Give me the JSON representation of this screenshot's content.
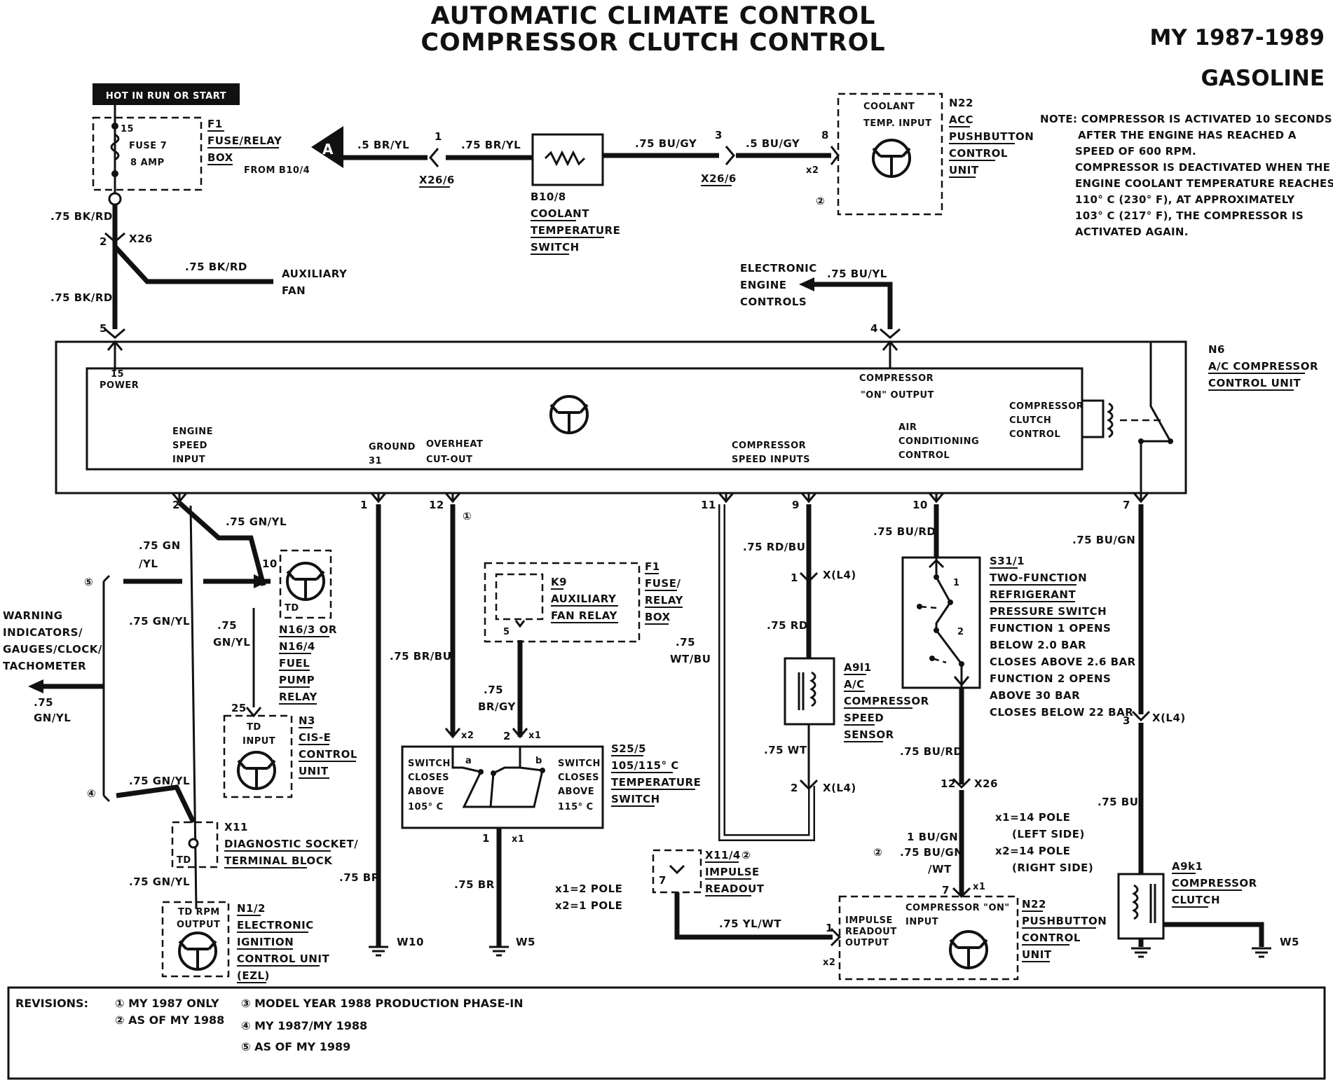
{
  "title": {
    "line1": "AUTOMATIC CLIMATE CONTROL",
    "line2": "COMPRESSOR CLUTCH CONTROL"
  },
  "model_year": "MY 1987-1989",
  "engine": "GASOLINE",
  "note": [
    "NOTE: COMPRESSOR IS ACTIVATED 10 SECONDS",
    "AFTER THE ENGINE HAS REACHED A",
    "SPEED OF 600 RPM.",
    "COMPRESSOR IS DEACTIVATED WHEN THE",
    "ENGINE COOLANT TEMPERATURE REACHES",
    "110° C (230° F), AT APPROXIMATELY",
    "103° C (217° F), THE COMPRESSOR IS",
    "ACTIVATED AGAIN."
  ],
  "power": {
    "hot_label": "HOT IN RUN OR START",
    "fuse_pin": "15",
    "fuse_name": "FUSE 7",
    "fuse_amp": "8 AMP",
    "f1_code": "F1",
    "f1_desc1": "FUSE/RELAY",
    "f1_desc2": "BOX"
  },
  "connector_a": {
    "letter": "A",
    "from": "FROM B10/4"
  },
  "coolant": {
    "wire1": ".5 BR/YL",
    "pin1": "1",
    "wire2": ".75 BR/YL",
    "conn1": "X26/6",
    "b10_code": "B10/8",
    "b10_desc1": "COOLANT",
    "b10_desc2": "TEMPERATURE",
    "b10_desc3": "SWITCH",
    "wire3": ".75 BU/GY",
    "pin3": "3",
    "conn2": "X26/6",
    "wire4": ".5 BU/GY",
    "pin8": "8",
    "x2": "x2"
  },
  "n22_top": {
    "line1": "COOLANT",
    "line2": "TEMP. INPUT",
    "code": "N22",
    "desc1": "ACC",
    "desc2": "PUSHBUTTON",
    "desc3": "CONTROL",
    "desc4": "UNIT",
    "rev": "②"
  },
  "left_feed": {
    "wire_a": ".75 BK/RD",
    "pin2": "2",
    "conn": "X26",
    "wire_b": ".75 BK/RD",
    "wire_c": ".75 BK/RD",
    "aux1": "AUXILIARY",
    "aux2": "FAN",
    "pin5": "5"
  },
  "eec": {
    "line1": "ELECTRONIC",
    "line2": "ENGINE",
    "line3": "CONTROLS",
    "wire": ".75 BU/YL",
    "pin4": "4"
  },
  "n6": {
    "code": "N6",
    "desc1": "A/C COMPRESSOR",
    "desc2": "CONTROL UNIT",
    "power1": "15",
    "power2": "POWER",
    "comp_on1": "COMPRESSOR",
    "comp_on2": "\"ON\" OUTPUT",
    "clutch1": "COMPRESSOR",
    "clutch2": "CLUTCH",
    "clutch3": "CONTROL",
    "eng1": "ENGINE",
    "eng2": "SPEED",
    "eng3": "INPUT",
    "gnd1": "GROUND",
    "gnd2": "31",
    "ovh1": "OVERHEAT",
    "ovh2": "CUT-OUT",
    "csi1": "COMPRESSOR",
    "csi2": "SPEED INPUTS",
    "air1": "AIR",
    "air2": "CONDITIONING",
    "air3": "CONTROL"
  },
  "pins_bottom": {
    "p2": "2",
    "p1": "1",
    "p12": "12",
    "p11": "11",
    "p9": "9",
    "p10": "10",
    "p7": "7",
    "rev1": "①"
  },
  "left_side": {
    "wire_gnyl_top": ".75 GN/YL",
    "wire_gn": ".75 GN",
    "wire_yl": "/YL",
    "rev5": "⑤",
    "warn1": "WARNING",
    "warn2": "INDICATORS/",
    "warn3": "GAUGES/CLOCK/",
    "warn4": "TACHOMETER",
    "warn_wire1": ".75",
    "warn_wire2": "GN/YL",
    "wire_gnyl_mid": ".75 GN/YL",
    "wire_75": ".75",
    "wire_gnyl2": "GN/YL",
    "rev4": "④",
    "wire_gnyl_low": ".75 GN/YL",
    "wire_gnyl_bot": ".75 GN/YL"
  },
  "n16": {
    "pin": "10",
    "td": "TD",
    "code": "N16/3 OR",
    "d1": "N16/4",
    "d2": "FUEL",
    "d3": "PUMP",
    "d4": "RELAY"
  },
  "n3": {
    "pin": "25",
    "in1": "TD",
    "in2": "INPUT",
    "code": "N3",
    "d1": "CIS-E",
    "d2": "CONTROL",
    "d3": "UNIT"
  },
  "x11": {
    "code": "X11",
    "d1": "DIAGNOSTIC SOCKET/",
    "d2": "TERMINAL BLOCK",
    "td": "TD"
  },
  "n12": {
    "in1": "TD RPM",
    "in2": "OUTPUT",
    "code": "N1/2",
    "d1": "ELECTRONIC",
    "d2": "IGNITION",
    "d3": "CONTROL UNIT",
    "d4": "(EZL)"
  },
  "ground_wire": {
    "wire": ".75 BR",
    "ground": "W10"
  },
  "overheat": {
    "wire": ".75 BR/BU",
    "k9_code": "K9",
    "k9_d1": "AUXILIARY",
    "k9_d2": "FAN RELAY",
    "k9_pin": "5",
    "f1_code": "F1",
    "f1_d1": "FUSE/",
    "f1_d2": "RELAY",
    "f1_d3": "BOX",
    "wire_brgy1": ".75",
    "wire_brgy2": "BR/GY"
  },
  "s25": {
    "pin_x2": "x2",
    "pin2": "2",
    "pin_x1": "x1",
    "left1": "SWITCH",
    "left2": "CLOSES",
    "left3": "ABOVE",
    "left4": "105° C",
    "right1": "SWITCH",
    "right2": "CLOSES",
    "right3": "ABOVE",
    "right4": "115° C",
    "a": "a",
    "b": "b",
    "code": "S25/5",
    "d1": "105/115° C",
    "d2": "TEMPERATURE",
    "d3": "SWITCH",
    "pin1": "1",
    "pin1x": "x1",
    "wire": ".75 BR",
    "ground": "W5",
    "pole1": "x1=2 POLE",
    "pole2": "x2=1 POLE"
  },
  "speed": {
    "wire_wtbu1": ".75",
    "wire_wtbu2": "WT/BU",
    "wire_rdbu": ".75 RD/BU",
    "pin1": "1",
    "xl4_1": "X(L4)",
    "wire_rd": ".75 RD",
    "a9_code": "A9l1",
    "a9_d1": "A/C",
    "a9_d2": "COMPRESSOR",
    "a9_d3": "SPEED",
    "a9_d4": "SENSOR",
    "wire_wt": ".75 WT",
    "pin2": "2",
    "xl4_2": "X(L4)"
  },
  "x114": {
    "code": "X11/4",
    "rev": "②",
    "d1": "IMPULSE",
    "d2": "READOUT",
    "pin": "7",
    "wire": ".75 YL/WT"
  },
  "s31": {
    "wire_top": ".75 BU/RD",
    "code": "S31/1",
    "d1": "TWO-FUNCTION",
    "d2": "REFRIGERANT",
    "d3": "PRESSURE SWITCH",
    "d4": "FUNCTION 1 OPENS",
    "d5": "BELOW 2.0 BAR",
    "d6": "CLOSES ABOVE 2.6 BAR",
    "d7": "FUNCTION 2 OPENS",
    "d8": "ABOVE 30 BAR",
    "d9": "CLOSES BELOW 22 BAR",
    "f1": "1",
    "f2": "2",
    "wire_mid": ".75 BU/RD",
    "pin12": "12",
    "x26": "X26",
    "pole1": "x1=14 POLE",
    "pole1b": "(LEFT SIDE)",
    "pole2": "x2=14 POLE",
    "pole2b": "(RIGHT SIDE)",
    "wire_bugn1": "1 BU/GN",
    "rev2": "②",
    "wire_bugn2": ".75 BU/GN",
    "wire_wt": "/WT",
    "pin7": "7",
    "pin7x": "x1"
  },
  "n22_bot": {
    "comp_on1": "COMPRESSOR \"ON\"",
    "comp_on2": "INPUT",
    "imp1": "IMPULSE",
    "imp2": "READOUT",
    "imp3": "OUTPUT",
    "pin1": "1",
    "x2": "x2",
    "code": "N22",
    "d1": "PUSHBUTTON",
    "d2": "CONTROL",
    "d3": "UNIT"
  },
  "clutch": {
    "wire_bugn": ".75 BU/GN",
    "pin3": "3",
    "xl4": "X(L4)",
    "wire_bu": ".75 BU",
    "code": "A9k1",
    "d1": "COMPRESSOR",
    "d2": "CLUTCH",
    "ground": "W5"
  },
  "revisions": {
    "label": "REVISIONS:",
    "r1": "①  MY 1987 ONLY",
    "r2": "②  AS OF MY 1988",
    "r3": "③  MODEL YEAR 1988 PRODUCTION PHASE-IN",
    "r4": "④  MY 1987/MY 1988",
    "r5": "⑤  AS OF MY 1989"
  }
}
